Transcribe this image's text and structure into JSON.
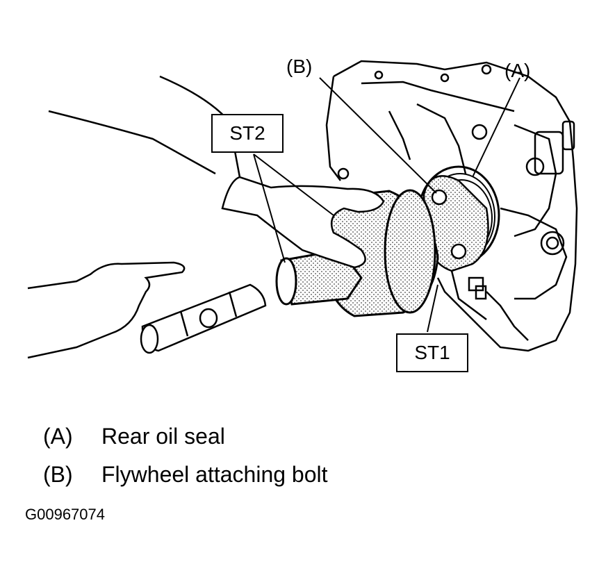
{
  "callouts": {
    "st2": "ST2",
    "st1": "ST1",
    "a": "(A)",
    "b": "(B)"
  },
  "legend": [
    {
      "key": "(A)",
      "text": "Rear oil seal"
    },
    {
      "key": "(B)",
      "text": "Flywheel attaching bolt"
    }
  ],
  "figure_id": "G00967074"
}
